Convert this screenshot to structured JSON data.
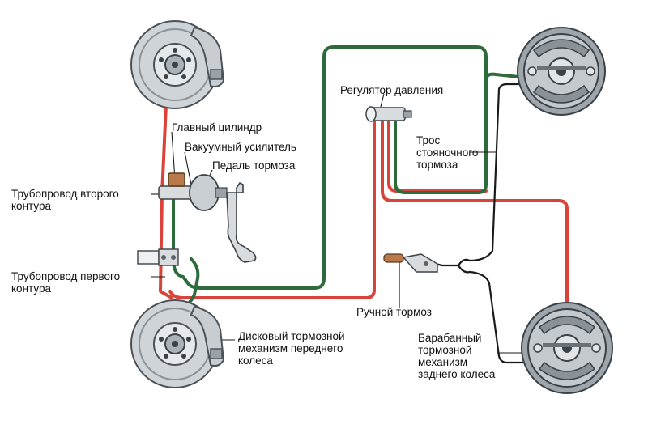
{
  "colors": {
    "circuit_red": "#d9433a",
    "circuit_green": "#2e6b3c",
    "cable": "#1a1a1a",
    "metal": "#cfd4d8",
    "metal_dark": "#5a6268",
    "copper": "#b87a4a"
  },
  "labels": {
    "master_cylinder": "Главный цилиндр",
    "vacuum_booster": "Вакуумный усилитель",
    "brake_pedal": "Педаль тормоза",
    "pressure_regulator": "Регулятор давления",
    "parking_cable": [
      "Трос",
      "стояночного",
      "тормоза"
    ],
    "second_circuit_pipe": [
      "Трубопровод второго",
      "контура"
    ],
    "first_circuit_pipe": [
      "Трубопровод первого",
      "контура"
    ],
    "hand_brake": "Ручной тормоз",
    "front_disc_mechanism": [
      "Дисковый тормозной",
      "механизм переднего",
      "колеса"
    ],
    "rear_drum_mechanism": [
      "Барабанный",
      "тормозной",
      "механизм",
      "заднего колеса"
    ]
  }
}
